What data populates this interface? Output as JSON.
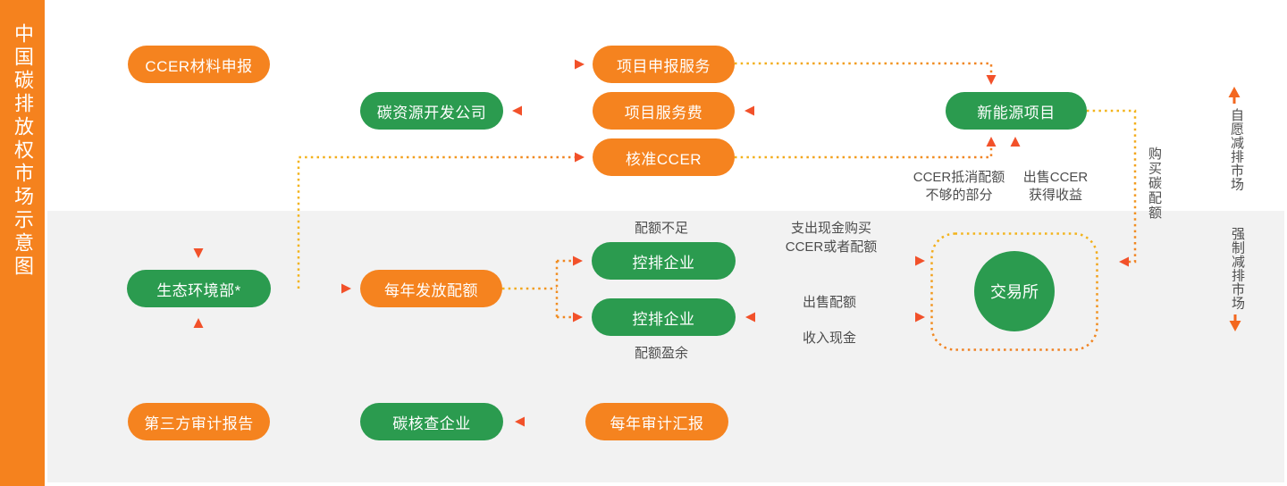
{
  "title": "中国碳排放权市场示意图",
  "market_sections": {
    "voluntary": {
      "label": "自愿减排市场"
    },
    "mandatory": {
      "label": "强制减排市场"
    }
  },
  "nodes": {
    "ccer_material_declaration": {
      "label": "CCER材料申报",
      "color": "orange"
    },
    "project_declaration_service": {
      "label": "项目申报服务",
      "color": "orange"
    },
    "carbon_resource_dev_company": {
      "label": "碳资源开发公司",
      "color": "green"
    },
    "project_service_fee": {
      "label": "项目服务费",
      "color": "orange"
    },
    "new_energy_project": {
      "label": "新能源项目",
      "color": "green"
    },
    "approved_ccer": {
      "label": "核准CCER",
      "color": "orange"
    },
    "ministry_ecology_environment": {
      "label": "生态环境部*",
      "color": "green"
    },
    "annual_quota_issuance": {
      "label": "每年发放配额",
      "color": "orange"
    },
    "controlled_enterprise_deficit": {
      "label": "控排企业",
      "color": "green"
    },
    "controlled_enterprise_surplus": {
      "label": "控排企业",
      "color": "green"
    },
    "exchange": {
      "label": "交易所",
      "color": "green"
    },
    "third_party_audit_report": {
      "label": "第三方审计报告",
      "color": "orange"
    },
    "carbon_verification_company": {
      "label": "碳核查企业",
      "color": "green"
    },
    "annual_audit_report": {
      "label": "每年审计汇报",
      "color": "orange"
    }
  },
  "edge_labels": {
    "quota_deficit": {
      "label": "配额不足"
    },
    "quota_surplus": {
      "label": "配额盈余"
    },
    "ccer_offset": {
      "l1": "CCER抵消配额",
      "l2": "不够的部分"
    },
    "sell_ccer": {
      "l1": "出售CCER",
      "l2": "获得收益"
    },
    "buy_carbon_quota": {
      "label": "购买碳配额"
    },
    "pay_cash_buy": {
      "l1": "支出现金购买",
      "l2": "CCER或者配额"
    },
    "sell_quota": {
      "label": "出售配额"
    },
    "receive_cash": {
      "label": "收入现金"
    }
  },
  "colors": {
    "orange": "#F5831F",
    "green": "#2B9B4F",
    "arrow_red": "#F2512A",
    "dot_yellow": "#F3B41B",
    "dot_orange": "#F08122",
    "label_gray": "#4D4D4D",
    "section_gray": "#F2F2F2",
    "sidebar_orange": "#F5821E"
  }
}
